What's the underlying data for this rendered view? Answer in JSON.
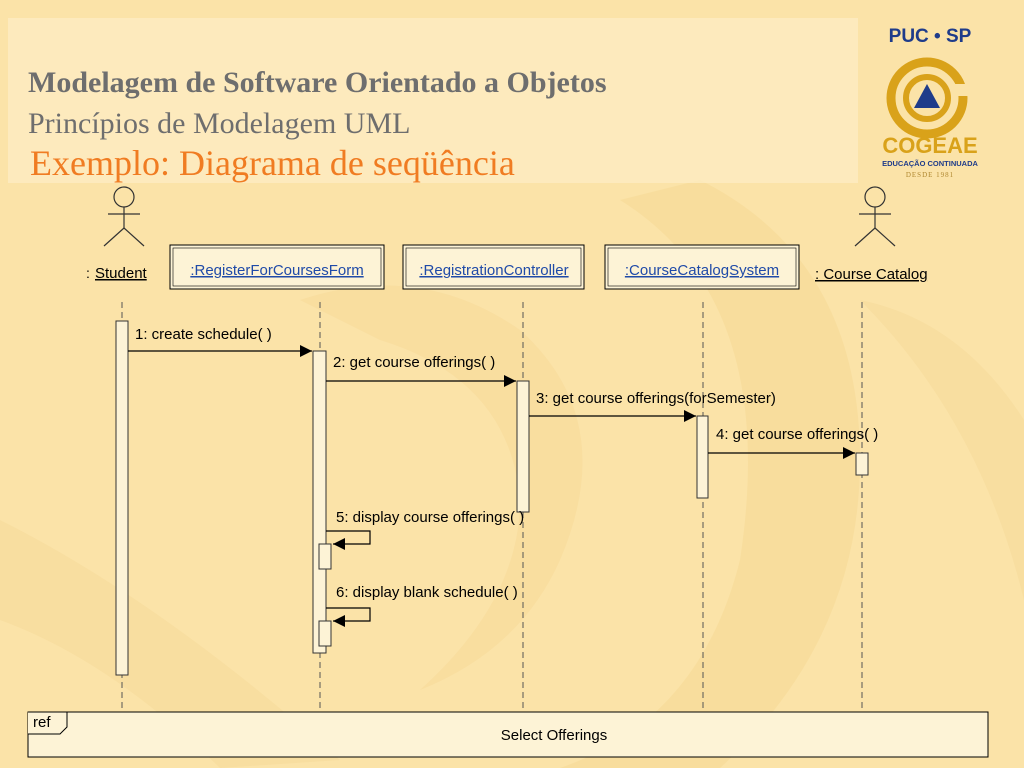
{
  "header": {
    "title": "Modelagem de Software Orientado a Objetos",
    "subtitle": "Princípios de Modelagem UML",
    "example_title": "Exemplo: Diagrama de seqüência"
  },
  "logo": {
    "top_text": "PUC • SP",
    "name": "COGEAE",
    "tagline": "EDUCAÇÃO CONTINUADA",
    "since": "DESDE 1981"
  },
  "diagram": {
    "actors": [
      {
        "prefix": ":",
        "label": "Student"
      },
      {
        "prefix": "",
        "label": ": Course Catalog"
      }
    ],
    "objects": [
      {
        "label": ":RegisterForCoursesForm"
      },
      {
        "label": ":RegistrationController"
      },
      {
        "label": ":CourseCatalogSystem"
      }
    ],
    "messages": [
      {
        "label": "1: create schedule( )"
      },
      {
        "label": "2: get course offerings( )"
      },
      {
        "label": "3: get course offerings(forSemester)"
      },
      {
        "label": "4: get course offerings( )"
      },
      {
        "label": "5: display course offerings( )"
      },
      {
        "label": "6: display blank schedule( )"
      }
    ],
    "ref_fragment": {
      "tag": "ref",
      "label": "Select Offerings"
    }
  },
  "colors": {
    "background": "#fbe3a8",
    "title_gray": "#6e6e6e",
    "accent_orange": "#f07c22",
    "object_link_blue": "#1f4aa8",
    "logo_navy": "#1f3c8a",
    "logo_gold": "#d9a21a"
  }
}
